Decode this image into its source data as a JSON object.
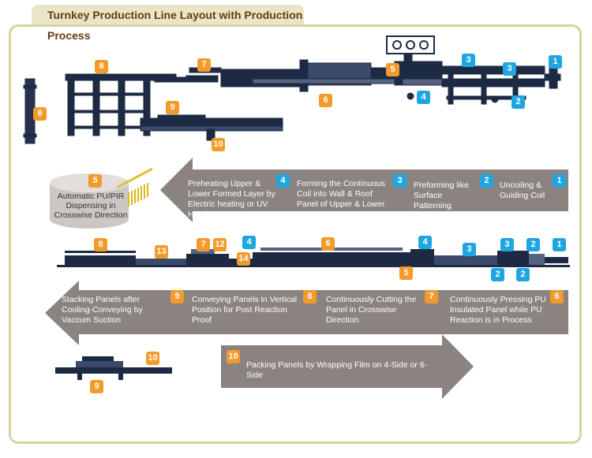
{
  "title": "Turnkey Production Line Layout with Production Process",
  "colors": {
    "orange": "#f39a2b",
    "blue": "#1fa6e2",
    "arrow": "#8b8380",
    "machine": "#1c2a44",
    "frame": "#d9d2a2"
  },
  "cylinder": {
    "number": "5",
    "label": "Automatic PU/PIR Dispensing in Crosswise Direction"
  },
  "steps_row1": [
    {
      "num": "4",
      "text": "Preheating Upper & Lower Formed Layer by Electric heating or UV Heating"
    },
    {
      "num": "3",
      "text": "Forming the Continuous Coil into Wall & Roof Panel of Upper & Lower Layer"
    },
    {
      "num": "2",
      "text": "Preforming like Surface Patterning"
    },
    {
      "num": "1",
      "text": "Uncoiling & Guiding Coil"
    }
  ],
  "steps_row2": [
    {
      "num": "9",
      "text": "Stacking Panels after Cooling-Conveying by Vaccum Suction"
    },
    {
      "num": "8",
      "text": "Conveying Panels in Vertical Position for Post Reaction Proof"
    },
    {
      "num": "7",
      "text": "Continuously Cutting the Panel in Crosswise Direction"
    },
    {
      "num": "6",
      "text": "Continuously Pressing PU Insulated Panel while PU Reaction is in Process"
    }
  ],
  "step_row3": {
    "num": "10",
    "text": "Packing Panels by Wrapping Film on 4-Side or 6-Side"
  },
  "top_layout_badges": [
    "8",
    "8",
    "7",
    "9",
    "10",
    "6",
    "5",
    "4",
    "3",
    "3",
    "2",
    "1"
  ],
  "mid_layout_badges": [
    "8",
    "13",
    "7",
    "12",
    "14",
    "4",
    "6",
    "4",
    "5",
    "3",
    "3",
    "2",
    "2",
    "2",
    "1"
  ],
  "bottom_layout_badges": [
    "10",
    "9"
  ]
}
